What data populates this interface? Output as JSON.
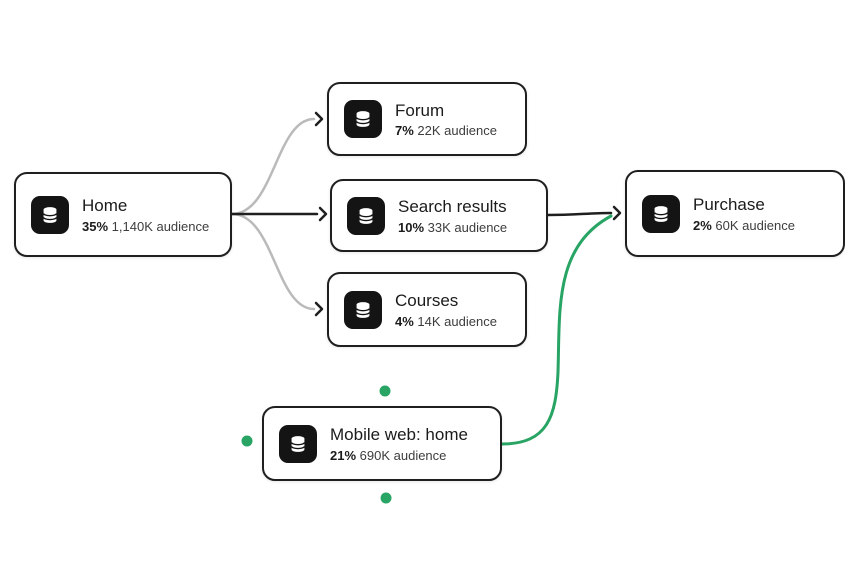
{
  "canvas": {
    "background": "#ffffff"
  },
  "colors": {
    "node_border": "#1f1f1f",
    "icon_bg": "#141414",
    "edge_dark": "#1f1f1f",
    "edge_gray": "#bababa",
    "edge_green": "#28a464",
    "handle_green": "#28a464"
  },
  "nodes": [
    {
      "id": "home",
      "title": "Home",
      "percent": "35%",
      "audience": "1,140K audience",
      "icon": "database-icon"
    },
    {
      "id": "forum",
      "title": "Forum",
      "percent": "7%",
      "audience": "22K audience",
      "icon": "database-icon"
    },
    {
      "id": "search-results",
      "title": "Search results",
      "percent": "10%",
      "audience": "33K audience",
      "icon": "database-icon"
    },
    {
      "id": "courses",
      "title": "Courses",
      "percent": "4%",
      "audience": "14K audience",
      "icon": "database-icon"
    },
    {
      "id": "mobile-web-home",
      "title": "Mobile web: home",
      "percent": "21%",
      "audience": "690K audience",
      "icon": "database-icon",
      "selected": true
    },
    {
      "id": "purchase",
      "title": "Purchase",
      "percent": "2%",
      "audience": "60K audience",
      "icon": "database-icon",
      "clipped_by_viewport": true
    }
  ],
  "edges": [
    {
      "from": "home",
      "to": "forum",
      "style": "gray"
    },
    {
      "from": "home",
      "to": "search-results",
      "style": "dark"
    },
    {
      "from": "home",
      "to": "courses",
      "style": "gray"
    },
    {
      "from": "search-results",
      "to": "purchase",
      "style": "dark"
    },
    {
      "from": "mobile-web-home",
      "to": "purchase",
      "style": "green"
    }
  ]
}
